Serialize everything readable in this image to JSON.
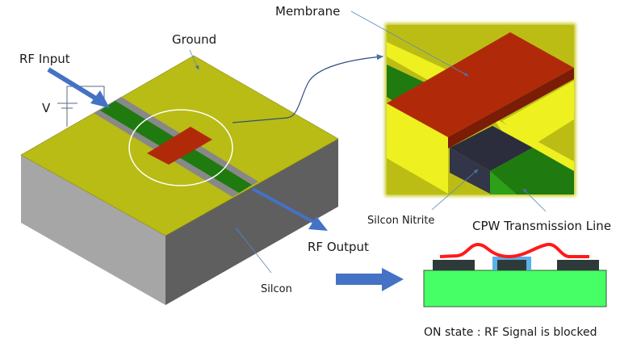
{
  "labels": {
    "rf_input": "RF Input",
    "ground": "Ground",
    "voltage": "V",
    "membrane": "Membrane",
    "silicon_nitrite": "Silcon Nitrite",
    "cpw_line": "CPW Transmission Line",
    "rf_output": "RF Output",
    "silicon": "Silcon",
    "state_caption": "ON state : RF Signal is blocked"
  },
  "colors": {
    "ground_metal": "#b8bc14",
    "ground_bright": "#eef020",
    "signal_line": "#1f7a10",
    "gap": "#888888",
    "membrane": "#b02a0a",
    "membrane_side": "#7a1c06",
    "nitride": "#2b2d3d",
    "substrate_left": "#a6a6a6",
    "substrate_right": "#5f5f5f",
    "arrow_blue": "#4472c4",
    "leader_blue": "#5b86c0",
    "cross_substrate": "#46ff66",
    "cross_conductor": "#2e3a3a",
    "cross_dielectric": "#5ab0e8",
    "cross_membrane": "#ff1a1a"
  }
}
